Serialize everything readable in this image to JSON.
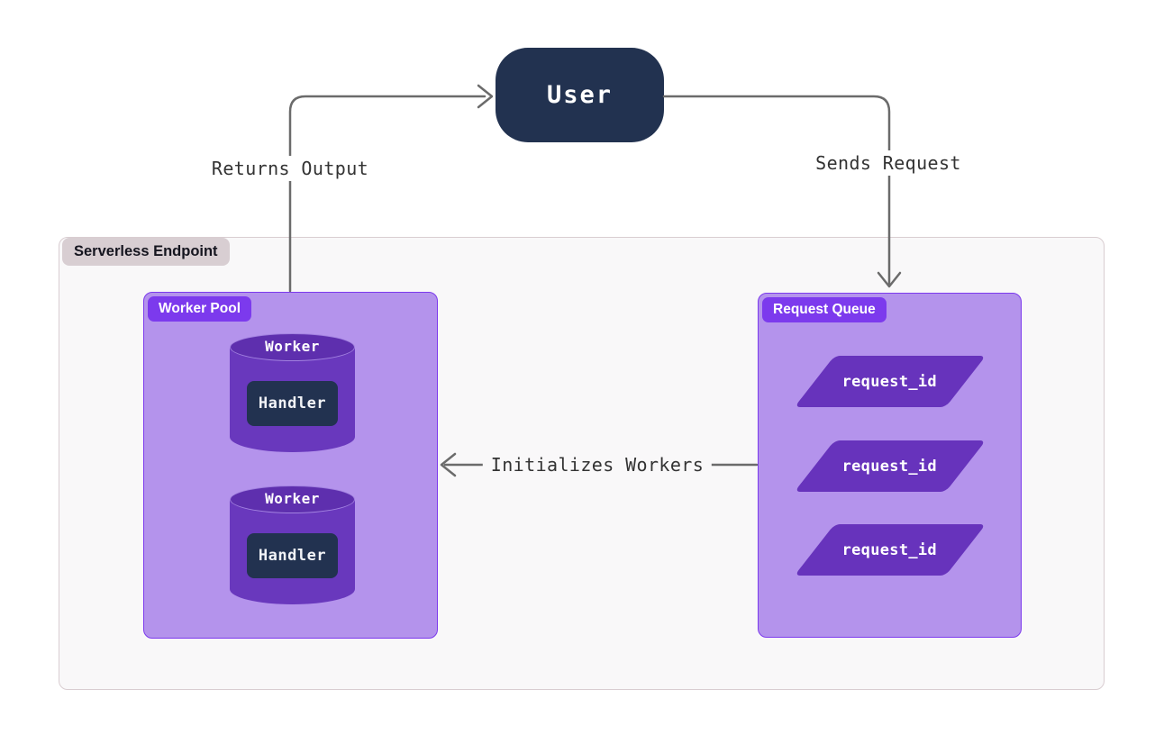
{
  "diagram": {
    "user_node": {
      "label": "User"
    },
    "edges": {
      "returns_output": {
        "label": "Returns Output",
        "from": "Worker Pool",
        "to": "User"
      },
      "sends_request": {
        "label": "Sends Request",
        "from": "User",
        "to": "Request Queue"
      },
      "initializes_workers": {
        "label": "Initializes Workers",
        "from": "Request Queue",
        "to": "Worker Pool"
      }
    },
    "endpoint": {
      "label": "Serverless Endpoint",
      "worker_pool": {
        "label": "Worker Pool",
        "workers": [
          {
            "label": "Worker",
            "handler": "Handler"
          },
          {
            "label": "Worker",
            "handler": "Handler"
          }
        ]
      },
      "request_queue": {
        "label": "Request Queue",
        "requests": [
          {
            "label": "request_id"
          },
          {
            "label": "request_id"
          },
          {
            "label": "request_id"
          }
        ]
      }
    }
  },
  "colors": {
    "navy": "#223250",
    "purple": "#6938bd",
    "purple-dark": "#5e2fae",
    "purple-bright": "#7c3aed",
    "lavender": "#b493ec",
    "rim": "#a281e0",
    "para": "#6733bc",
    "edge": "#6b6b6b",
    "label": "#333333",
    "canvas": "#ffffff",
    "container-bg": "#f9f8f9",
    "container-border": "#d9cdd1",
    "tag-bg": "#d8ced2",
    "tag-text": "#15151f"
  }
}
